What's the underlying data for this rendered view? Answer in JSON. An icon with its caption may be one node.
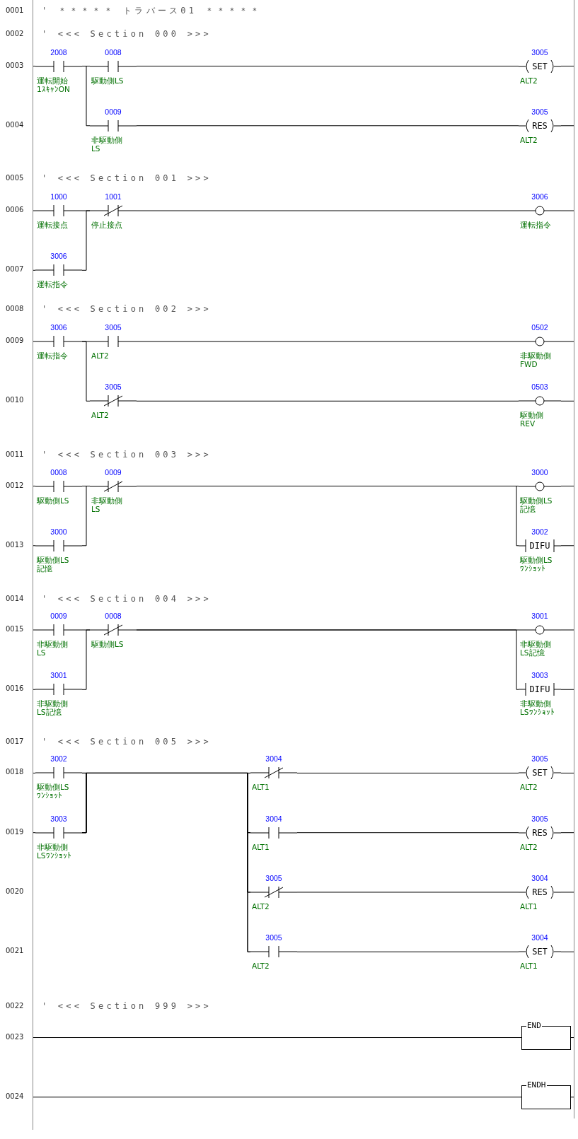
{
  "diagram": {
    "nodes": [
      {
        "text": [],
        "shape": "bar"
      },
      {
        "text": [],
        "shape": "bar"
      },
      {
        "text": [],
        "shape": "contact",
        "beside": [
          "2008",
          "運転開始 1ｽｷｬﾝON"
        ]
      },
      {
        "text": [],
        "shape": "contact",
        "beside": [
          "0008",
          "駆動側LS"
        ]
      },
      {
        "text": [
          "SET"
        ],
        "beside": [
          "3005",
          "ALT2"
        ]
      },
      {
        "text": [],
        "shape": "contact",
        "beside": [
          "0009",
          "非駆動側LS"
        ]
      },
      {
        "text": [
          "RES"
        ],
        "beside": [
          "3005",
          "ALT2"
        ]
      },
      {
        "text": [],
        "shape": "contact",
        "beside": [
          "1000",
          "運転接点"
        ]
      },
      {
        "text": [],
        "shape": "crossed-contact",
        "beside": [
          "1001",
          "停止接点"
        ]
      },
      {
        "text": [],
        "shape": "circle",
        "beside": [
          "3006",
          "運転指令"
        ]
      },
      {
        "text": [],
        "shape": "contact",
        "beside": [
          "3006",
          "運転指令"
        ]
      },
      {
        "text": [],
        "shape": "contact",
        "beside": [
          "3006",
          "運転指令"
        ]
      },
      {
        "text": [],
        "shape": "contact",
        "beside": [
          "3005",
          "ALT2"
        ]
      },
      {
        "text": [],
        "shape": "circle",
        "beside": [
          "0502",
          "非駆動側FWD"
        ]
      },
      {
        "text": [],
        "shape": "crossed-contact",
        "beside": [
          "3005",
          "ALT2"
        ]
      },
      {
        "text": [],
        "shape": "circle",
        "beside": [
          "0503",
          "駆動側REV"
        ]
      },
      {
        "text": [],
        "shape": "contact",
        "beside": [
          "0008",
          "駆動側LS"
        ]
      },
      {
        "text": [],
        "shape": "crossed-contact",
        "beside": [
          "0009",
          "非駆動側LS"
        ]
      },
      {
        "text": [],
        "shape": "circle",
        "beside": [
          "3000",
          "駆動側LS記憶"
        ]
      },
      {
        "text": [],
        "shape": "contact",
        "beside": [
          "3000",
          "駆動側LS記憶"
        ]
      },
      {
        "text": [
          "DIFU"
        ],
        "beside": [
          "3002",
          "駆動側LSﾜﾝｼｮｯﾄ"
        ]
      },
      {
        "text": [],
        "shape": "contact",
        "beside": [
          "0009",
          "非駆動側LS"
        ]
      },
      {
        "text": [],
        "shape": "crossed-contact",
        "beside": [
          "0008",
          "駆動側LS"
        ]
      },
      {
        "text": [],
        "shape": "circle",
        "beside": [
          "3001",
          "非駆動側LS記憶"
        ]
      },
      {
        "text": [],
        "shape": "contact",
        "beside": [
          "3001",
          "非駆動側LS記憶"
        ]
      },
      {
        "text": [
          "DIFU"
        ],
        "beside": [
          "3003",
          "非駆動側LSﾜﾝｼｮｯﾄ"
        ]
      },
      {
        "text": [],
        "shape": "contact",
        "beside": [
          "3002",
          "駆動側LSﾜﾝｼｮｯﾄ"
        ]
      },
      {
        "text": [],
        "shape": "crossed-contact",
        "beside": [
          "3004",
          "ALT1"
        ]
      },
      {
        "text": [
          "SET"
        ],
        "beside": [
          "3005",
          "ALT2"
        ]
      },
      {
        "text": [],
        "shape": "contact",
        "beside": [
          "3003",
          "非駆動側LSﾜﾝｼｮｯﾄ"
        ]
      },
      {
        "text": [],
        "shape": "contact",
        "beside": [
          "3004",
          "ALT1"
        ]
      },
      {
        "text": [
          "RES"
        ],
        "beside": [
          "3005",
          "ALT2"
        ]
      },
      {
        "text": [],
        "shape": "crossed-contact",
        "beside": [
          "3005",
          "ALT2"
        ]
      },
      {
        "text": [
          "RES"
        ],
        "beside": [
          "3004",
          "ALT1"
        ]
      },
      {
        "text": [],
        "shape": "contact",
        "beside": [
          "3005",
          "ALT2"
        ]
      },
      {
        "text": [
          "SET"
        ],
        "beside": [
          "3004",
          "ALT1"
        ]
      },
      {
        "text": [
          "END"
        ]
      },
      {
        "text": [
          "ENDH"
        ]
      }
    ],
    "edges": [
      {
        "from": 0,
        "to": 2,
        "arrow": "none"
      },
      {
        "from": 2,
        "to": 3,
        "arrow": "none"
      },
      {
        "from": 2,
        "to": 5,
        "arrow": "none"
      },
      {
        "from": 3,
        "to": 4,
        "arrow": "none"
      },
      {
        "from": 5,
        "to": 6,
        "arrow": "none"
      },
      {
        "from": 4,
        "to": 1,
        "arrow": "none"
      },
      {
        "from": 6,
        "to": 1,
        "arrow": "none"
      },
      {
        "from": 0,
        "to": 7,
        "arrow": "none"
      },
      {
        "from": 0,
        "to": 10,
        "arrow": "none"
      },
      {
        "from": 7,
        "to": 8,
        "arrow": "none"
      },
      {
        "from": 10,
        "to": 8,
        "arrow": "none"
      },
      {
        "from": 8,
        "to": 9,
        "arrow": "none"
      },
      {
        "from": 9,
        "to": 1,
        "arrow": "none"
      },
      {
        "from": 0,
        "to": 11,
        "arrow": "none"
      },
      {
        "from": 11,
        "to": 12,
        "arrow": "none"
      },
      {
        "from": 11,
        "to": 14,
        "arrow": "none"
      },
      {
        "from": 12,
        "to": 13,
        "arrow": "none"
      },
      {
        "from": 14,
        "to": 15,
        "arrow": "none"
      },
      {
        "from": 13,
        "to": 1,
        "arrow": "none"
      },
      {
        "from": 15,
        "to": 1,
        "arrow": "none"
      },
      {
        "from": 0,
        "to": 16,
        "arrow": "none"
      },
      {
        "from": 0,
        "to": 19,
        "arrow": "none"
      },
      {
        "from": 16,
        "to": 17,
        "arrow": "none"
      },
      {
        "from": 19,
        "to": 17,
        "arrow": "none"
      },
      {
        "from": 17,
        "to": 18,
        "arrow": "none"
      },
      {
        "from": 17,
        "to": 20,
        "arrow": "none"
      },
      {
        "from": 18,
        "to": 1,
        "arrow": "none"
      },
      {
        "from": 20,
        "to": 1,
        "arrow": "none"
      },
      {
        "from": 0,
        "to": 21,
        "arrow": "none"
      },
      {
        "from": 0,
        "to": 24,
        "arrow": "none"
      },
      {
        "from": 21,
        "to": 22,
        "arrow": "none"
      },
      {
        "from": 24,
        "to": 22,
        "arrow": "none"
      },
      {
        "from": 22,
        "to": 23,
        "arrow": "none"
      },
      {
        "from": 22,
        "to": 25,
        "arrow": "none"
      },
      {
        "from": 23,
        "to": 1,
        "arrow": "none"
      },
      {
        "from": 25,
        "to": 1,
        "arrow": "none"
      },
      {
        "from": 0,
        "to": 26,
        "arrow": "none"
      },
      {
        "from": 0,
        "to": 29,
        "arrow": "none"
      },
      {
        "from": 26,
        "to": 27,
        "arrow": "none"
      },
      {
        "from": 26,
        "to": 30,
        "arrow": "none"
      },
      {
        "from": 26,
        "to": 32,
        "arrow": "none"
      },
      {
        "from": 26,
        "to": 34,
        "arrow": "none"
      },
      {
        "from": 29,
        "to": 27,
        "arrow": "none"
      },
      {
        "from": 29,
        "to": 30,
        "arrow": "none"
      },
      {
        "from": 29,
        "to": 32,
        "arrow": "none"
      },
      {
        "from": 29,
        "to": 34,
        "arrow": "none"
      },
      {
        "from": 27,
        "to": 28,
        "arrow": "none"
      },
      {
        "from": 30,
        "to": 31,
        "arrow": "none"
      },
      {
        "from": 32,
        "to": 33,
        "arrow": "none"
      },
      {
        "from": 34,
        "to": 35,
        "arrow": "none"
      },
      {
        "from": 28,
        "to": 1,
        "arrow": "none"
      },
      {
        "from": 31,
        "to": 1,
        "arrow": "none"
      },
      {
        "from": 33,
        "to": 1,
        "arrow": "none"
      },
      {
        "from": 35,
        "to": 1,
        "arrow": "none"
      },
      {
        "from": 0,
        "to": 36,
        "arrow": "none"
      },
      {
        "from": 36,
        "to": 1,
        "arrow": "none"
      },
      {
        "from": 0,
        "to": 37,
        "arrow": "none"
      },
      {
        "from": 37,
        "to": 1,
        "arrow": "none"
      }
    ],
    "labels": [
      "0001",
      "' ＊＊＊＊＊ トラバース01 ＊＊＊＊＊",
      "0002",
      "' <<< Section 000 >>>",
      "0003",
      "0004",
      "0005",
      "' <<< Section 001 >>>",
      "0006",
      "0007",
      "0008",
      "' <<< Section 002 >>>",
      "0009",
      "0010",
      "0011",
      "' <<< Section 003 >>>",
      "0012",
      "0013",
      "0014",
      "' <<< Section 004 >>>",
      "0015",
      "0016",
      "0017",
      "' <<< Section 005 >>>",
      "0018",
      "0019",
      "0020",
      "0021",
      "0022",
      "' <<< Section 999 >>>",
      "0023",
      "0024"
    ]
  }
}
